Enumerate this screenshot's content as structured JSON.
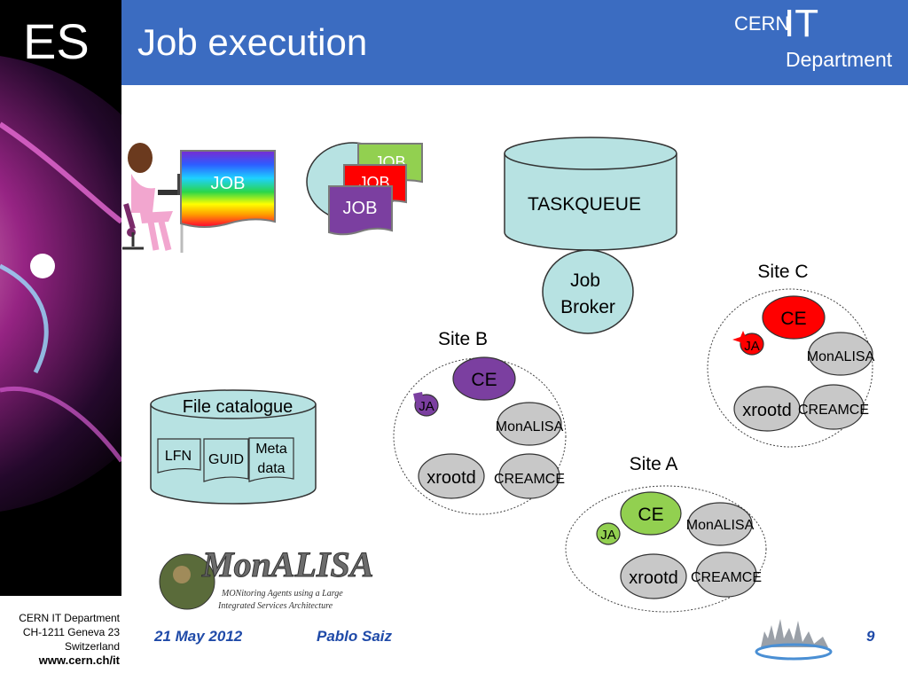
{
  "header": {
    "badge": "ES",
    "title": "Job execution",
    "logo_cern": "CERN",
    "logo_it": "IT",
    "logo_department": "Department"
  },
  "footer": {
    "org_line1": "CERN IT Department",
    "org_line2": "CH-1211 Geneva 23",
    "org_line3": "Switzerland",
    "url": "www.cern.ch/it",
    "date": "21 May 2012",
    "author": "Pablo Saiz",
    "page": "9"
  },
  "diagram": {
    "job_label": "JOB",
    "taskqueue": "TASKQUEUE",
    "broker_line1": "Job",
    "broker_line2": "Broker",
    "file_catalogue": "File catalogue",
    "lfn": "LFN",
    "guid": "GUID",
    "meta_line1": "Meta",
    "meta_line2": "data",
    "monalisa_logo": "MonALISA",
    "monalisa_tag_1": "MONitoring Agents using a Large",
    "monalisa_tag_2": "Integrated Services Architecture",
    "sites": {
      "site_c": "Site C",
      "site_b": "Site B",
      "site_a": "Site A"
    },
    "ce": "CE",
    "ja": "JA",
    "monalisa": "MonALISA",
    "xrootd": "xrootd",
    "creamce": "CREAMCE"
  },
  "colors": {
    "header_blue": "#3b6cc1",
    "footer_blue": "#1f4aa8",
    "teal_fill": "#b7e2e2",
    "ce_purple": "#7b3fa0",
    "ce_red": "#ff0000",
    "ce_green": "#92d050",
    "gray_node": "#c8c8c8"
  }
}
